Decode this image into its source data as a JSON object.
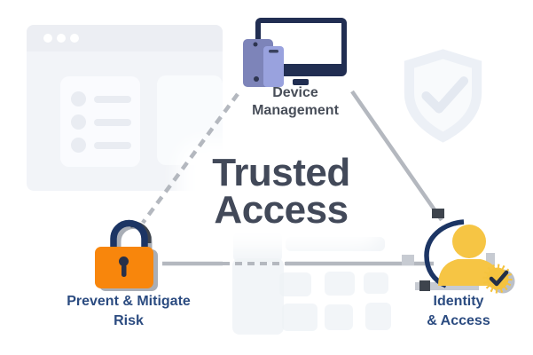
{
  "illustration": {
    "heading": {
      "line1": "Trusted",
      "line2": "Access"
    },
    "nodes": {
      "device_management": {
        "line1": "Device",
        "line2": "Management",
        "icon": "desktop-and-mobile-devices-icon"
      },
      "prevent_mitigate_risk": {
        "line1": "Prevent & Mitigate",
        "line2": "Risk",
        "icon": "padlock-icon"
      },
      "identity_access": {
        "line1": "Identity",
        "line2": "& Access",
        "icon": "verified-user-icon"
      }
    },
    "decorations": {
      "browser_window": "browser-window-mockup",
      "shield_watermark": "shield-check-watermark-icon",
      "keyboard_tiles": "faded-key-tiles",
      "connectors": "triangle-connector-lines"
    },
    "colors": {
      "heading_text": "#424959",
      "device_label_text": "#484E59",
      "node_label_text": "#2B4B80",
      "lock_body_orange": "#F8860C",
      "identity_yellow": "#F6C544",
      "navy": "#1C3564",
      "monitor_navy": "#212E52",
      "phone_front_purple": "#99A2DE",
      "phone_back_purple": "#7D84B9",
      "connector_gray": "#B4B8BF",
      "shadow_gray": "#A9AEB6",
      "panel_gray": "#F2F4F8",
      "watermark_gray": "#ECF0F6"
    }
  }
}
